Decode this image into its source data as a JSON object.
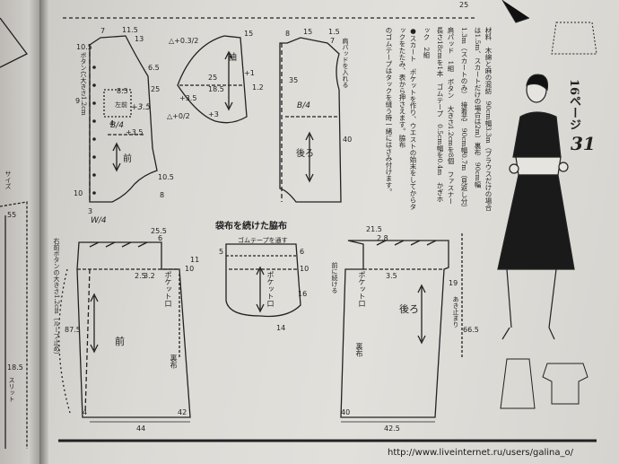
{
  "header": {
    "page_label": "16ページ",
    "page_number": "31"
  },
  "materials": {
    "col1": "材料　木綿と麻の混紡　90cm幅3.3m（ブラウスだけの場合は1.5m、スカートだけの場合は2m）裏布　90cm幅",
    "col2": "1.3m（スカートのみ）　接着芯　90cm幅0.7m（見返し分）",
    "col3": "肩パッド　1組　ボタン　大きさ1.2cmを8個　ファスナー　長さ18cmを1本　ゴムテープ　0.5cm幅を0.4m　かぎホ",
    "col4": "ック　2組",
    "col5": "●スカート　ポケットを作り、ウエストの始末をしてからタックをたたみ、表から押さえます。脇布",
    "col6": "のゴムテープはタックを縫う時一緒にはさみ付けます。"
  },
  "labels": {
    "pocket_title": "袋布を続けた脇布",
    "gom_tape": "ゴムテープを通す",
    "front_bodice": "前",
    "back_bodice": "後ろ",
    "sleeve": "袖",
    "front_skirt": "前",
    "back_skirt": "後ろ",
    "pocket_mouth": "ポケット口",
    "pocket_mouth2": "ポケット口",
    "pocket_mouth3": "ポケット口",
    "lining": "裏布",
    "lining2": "裏布",
    "button_note": "ボタン穴大きさ1.2cm",
    "shoulder_note": "肩パッドを入れる",
    "skirt_button_note": "右前ボタンの大きさ1.2cm（ループ止め）",
    "zip_note": "あき止まり",
    "front_cont": "前に続ける",
    "back_cont": "後ろ",
    "left_edge1": "サイズ",
    "left_edge2": "スリット",
    "front_mark": "左前"
  },
  "dims": {
    "w4": "W/4",
    "b4a": "B/4",
    "b4b": "B/4",
    "d115": "11.5",
    "d13": "13",
    "d7": "7",
    "d105": "10.5",
    "d85": "8.5",
    "d4": "4",
    "d25": "25",
    "d65": "6.5",
    "d35a": "+3.5",
    "d35b": "+3.5",
    "d10": "10",
    "d3": "3",
    "d8": "8",
    "d105b": "10.5",
    "d9": "9",
    "s_top": "△+0.3/2",
    "s_bot": "△+0/2",
    "s25": "25",
    "s185": "18.5",
    "s15": "15",
    "s12": "1.2",
    "s3": "+3",
    "s35": "+3.5",
    "s1": "+1",
    "b15": "15",
    "b8": "8",
    "b35": "35",
    "b40": "40",
    "b15b": "1.5",
    "b7": "7",
    "f44": "44",
    "f42": "42",
    "f4": "4",
    "f25": "2.5",
    "f32": "3.2",
    "f255": "25.5",
    "f6": "6",
    "f875": "87.5",
    "f10": "10",
    "f11": "11",
    "p5": "5",
    "p6": "6",
    "p14": "14",
    "p16": "16",
    "p10": "10",
    "k425": "42.5",
    "k40": "40",
    "k215": "21.5",
    "k28": "2.8",
    "k35": "3.5",
    "k665": "66.5",
    "k19": "19",
    "top25": "25",
    "e55": "55",
    "e185": "18.5"
  },
  "watermark": "http://www.liveinternet.ru/users/galina_o/"
}
